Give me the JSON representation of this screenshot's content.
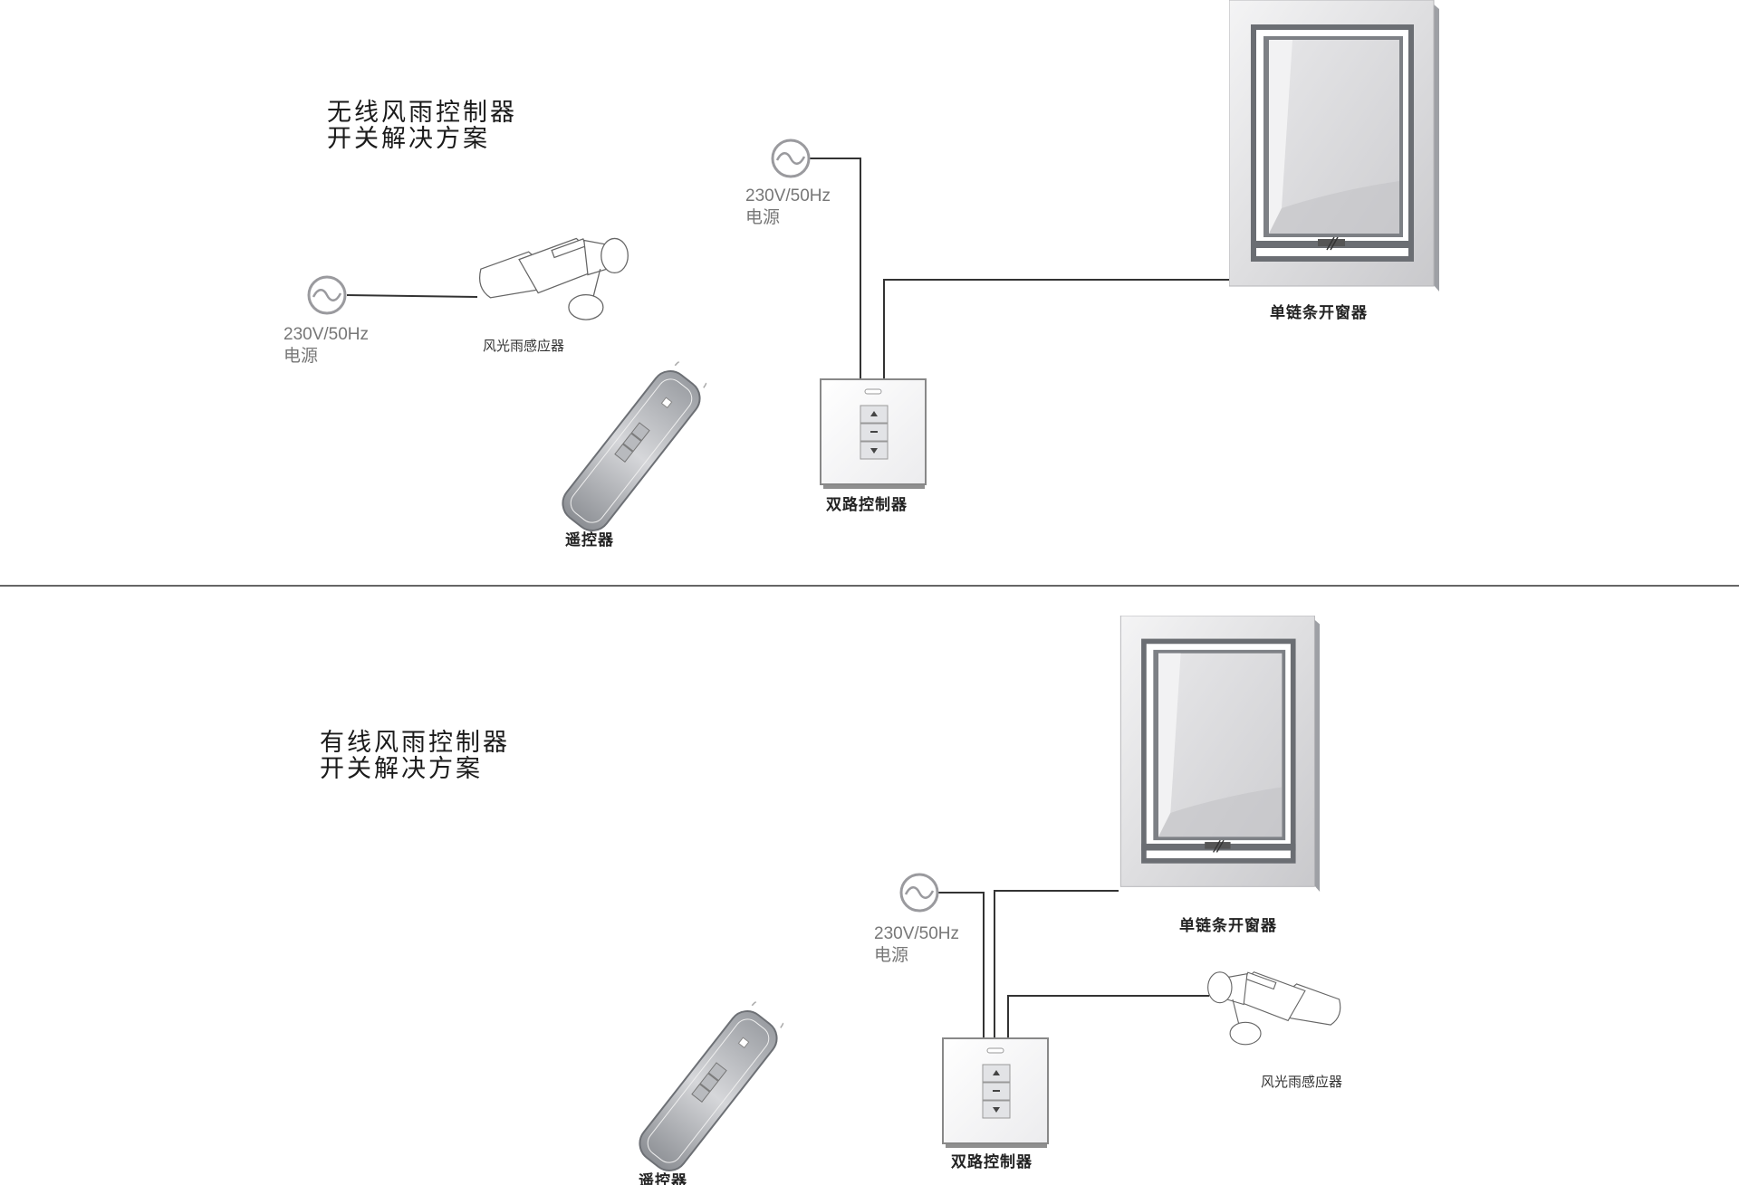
{
  "top": {
    "title_line1": "无线风雨控制器",
    "title_line2": "开关解决方案",
    "power_a": {
      "voltage": "230V/50Hz",
      "label": "电源"
    },
    "power_b": {
      "voltage": "230V/50Hz",
      "label": "电源"
    },
    "sensor_label": "风光雨感应器",
    "remote_label": "遥控器",
    "controller_label": "双路控制器",
    "window_label": "单链条开窗器"
  },
  "bottom": {
    "title_line1": "有线风雨控制器",
    "title_line2": "开关解决方案",
    "power": {
      "voltage": "230V/50Hz",
      "label": "电源"
    },
    "sensor_label": "风光雨感应器",
    "remote_label": "遥控器",
    "controller_label": "双路控制器",
    "window_label": "单链条开窗器"
  },
  "colors": {
    "wire": "#333333",
    "frame": "#d4d4d6",
    "inner_frame": "#6b6e73",
    "glass": "#dcdcde"
  }
}
